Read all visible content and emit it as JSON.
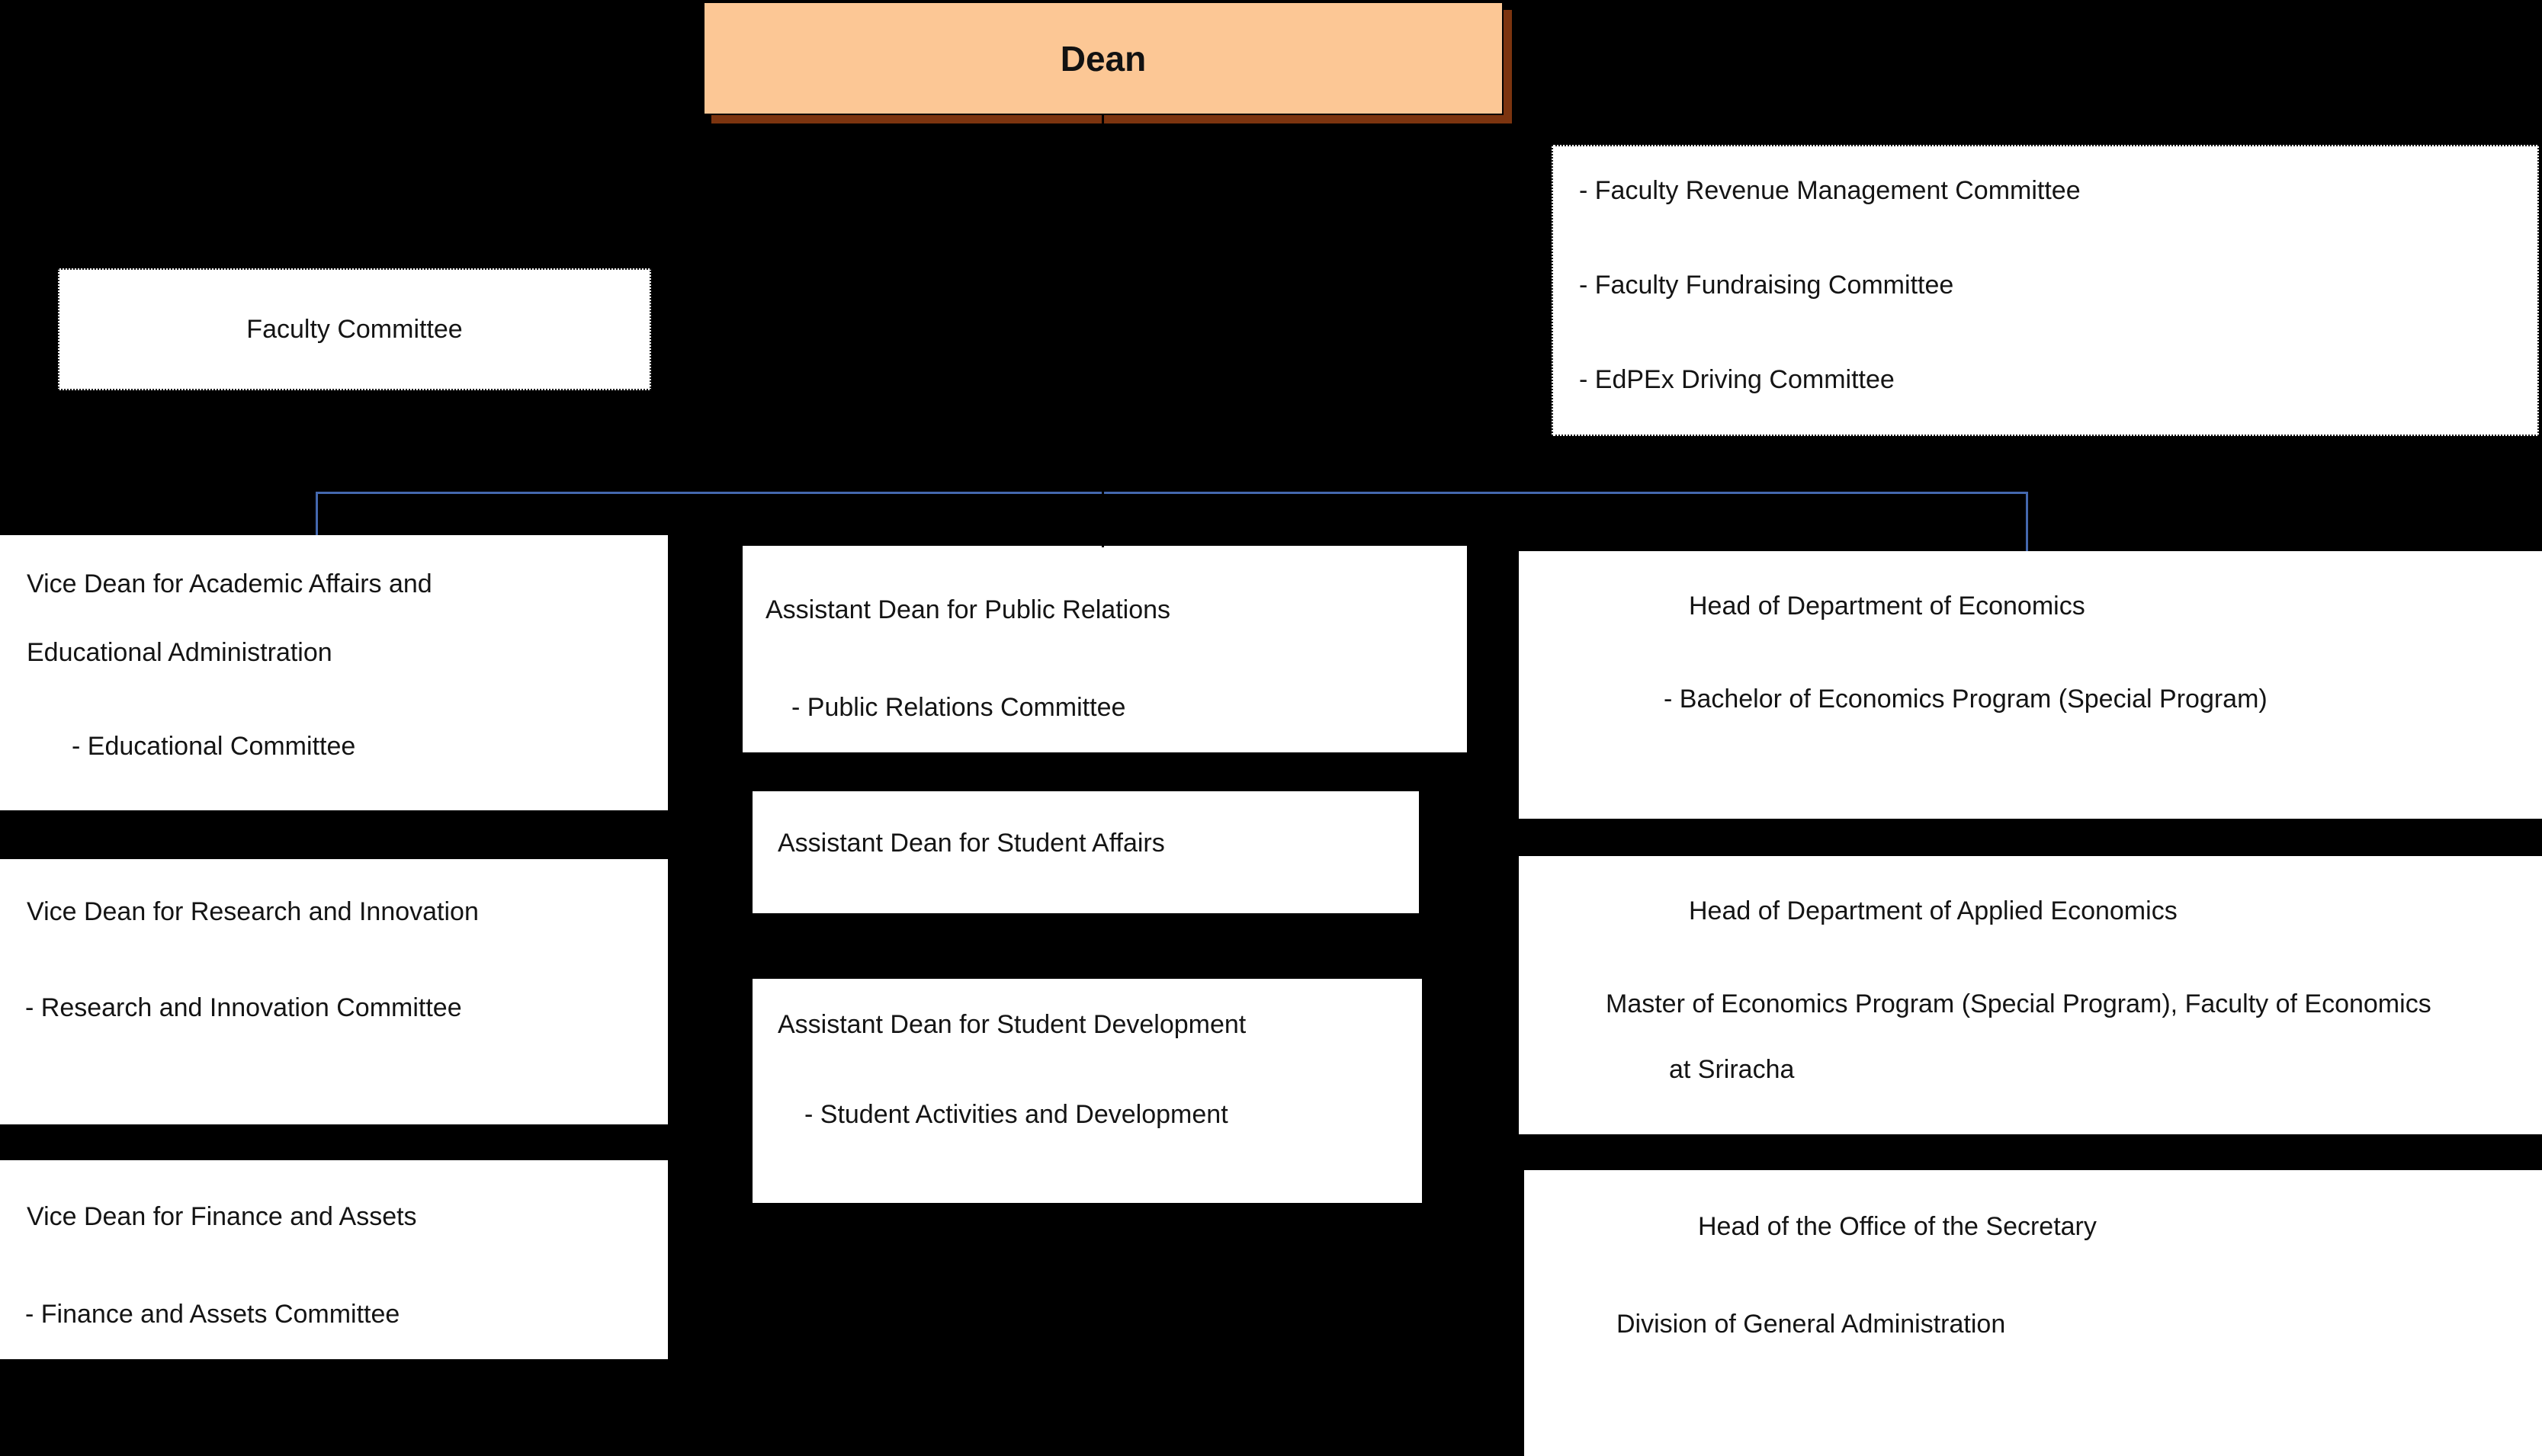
{
  "colors": {
    "background": "#000000",
    "dean_fill": "#FCC795",
    "dean_shadow": "#7C340F",
    "connector_blue": "#4468AE",
    "box_fill": "#FFFFFF",
    "text": "#141414"
  },
  "dean": {
    "label": "Dean"
  },
  "faculty_committee": {
    "label": "Faculty Committee"
  },
  "dean_committees": {
    "lines": [
      "- Faculty Revenue Management Committee",
      "- Faculty Fundraising Committee",
      "- EdPEx Driving Committee"
    ]
  },
  "left_column": [
    {
      "lines": [
        "Vice Dean for Academic Affairs and",
        "Educational Administration",
        "- Educational Committee"
      ]
    },
    {
      "lines": [
        "Vice Dean for Research and Innovation",
        "- Research and Innovation Committee"
      ]
    },
    {
      "lines": [
        "Vice Dean for Finance and Assets",
        "- Finance and Assets Committee"
      ]
    }
  ],
  "middle_column": [
    {
      "lines": [
        "Assistant Dean for Public Relations",
        "- Public Relations Committee"
      ]
    },
    {
      "lines": [
        "Assistant Dean for Student Affairs"
      ]
    },
    {
      "lines": [
        "Assistant Dean for Student Development",
        "-  Student Activities and Development"
      ]
    }
  ],
  "right_column": [
    {
      "lines": [
        "Head of Department of Economics",
        "- Bachelor of Economics Program (Special Program)"
      ]
    },
    {
      "lines": [
        "Head of Department of Applied Economics",
        "Master of Economics Program (Special Program), Faculty of Economics",
        "at Sriracha"
      ]
    },
    {
      "lines": [
        "Head of the Office of the Secretary",
        "Division of General Administration"
      ]
    }
  ]
}
